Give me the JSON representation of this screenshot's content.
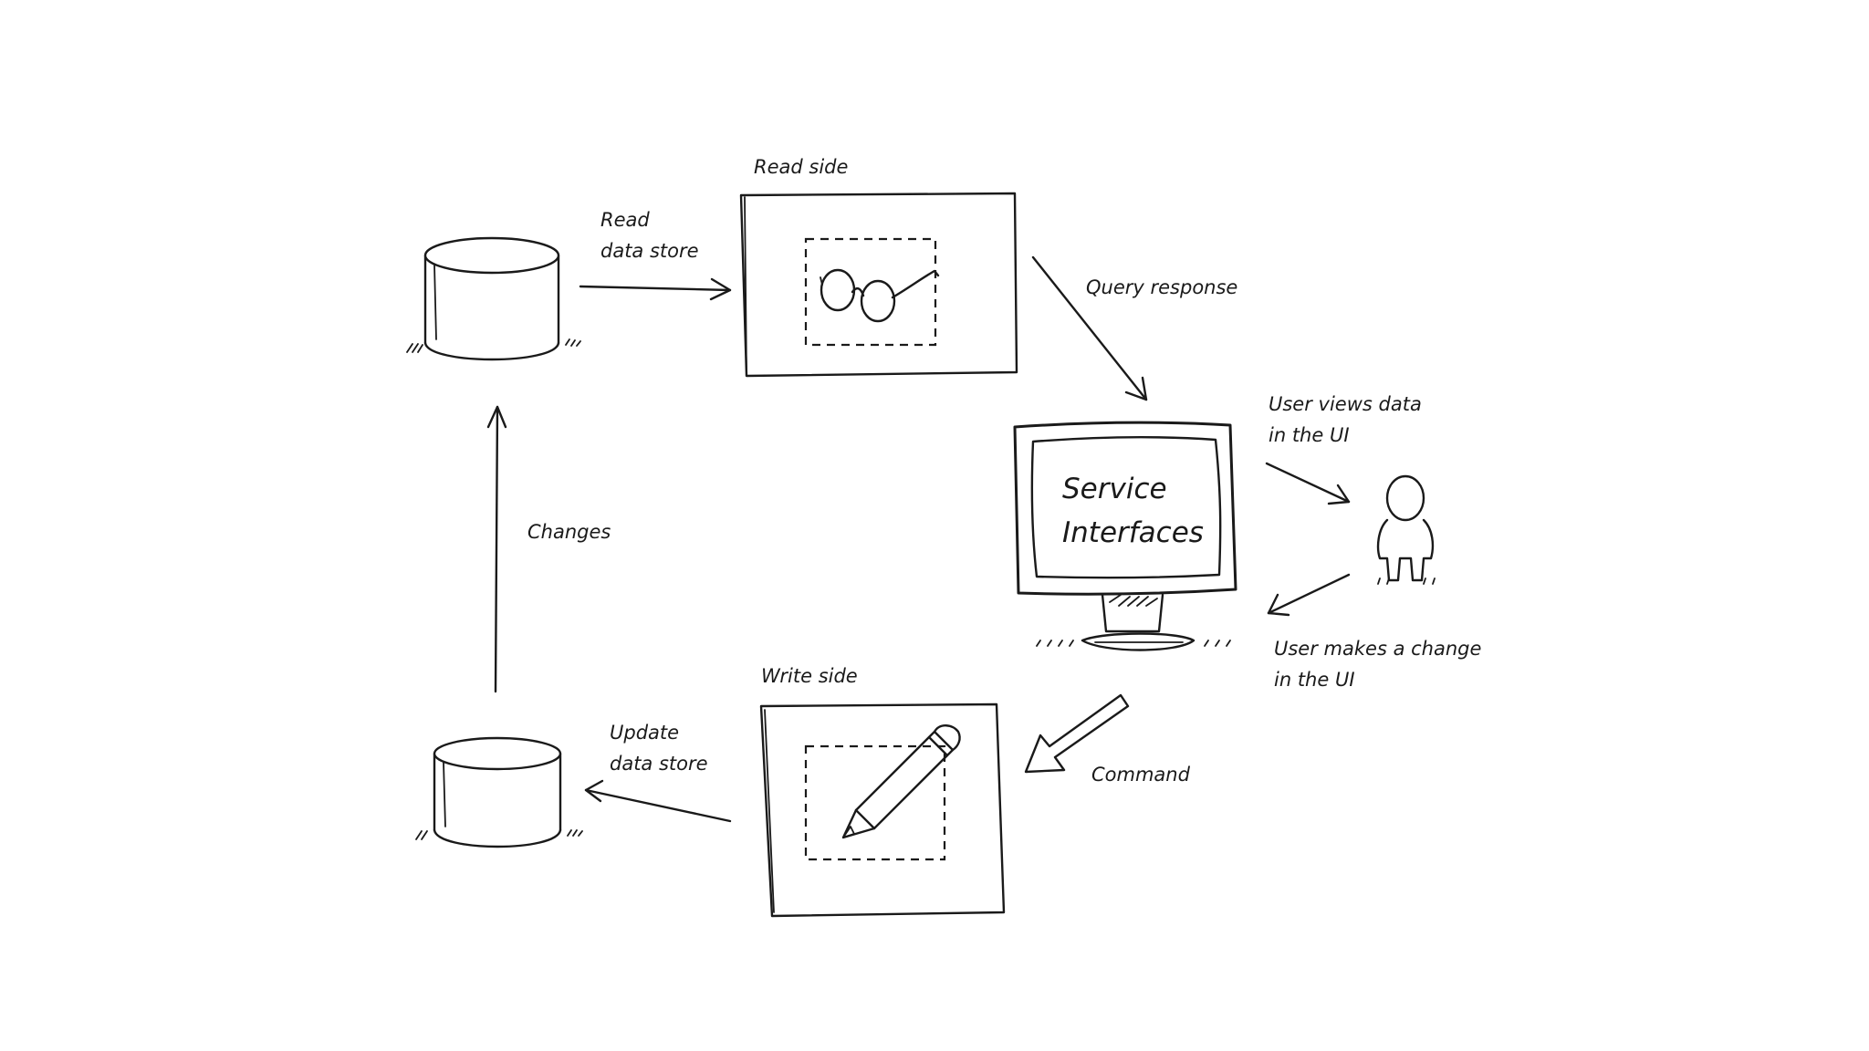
{
  "labels": {
    "read_side": "Read side",
    "read_data_store_line1": "Read",
    "read_data_store_line2": "data store",
    "query_response": "Query response",
    "user_views_line1": "User views data",
    "user_views_line2": "in the UI",
    "service_line1": "Service",
    "service_line2": "Interfaces",
    "user_change_line1": "User makes a change",
    "user_change_line2": "in the UI",
    "changes": "Changes",
    "write_side": "Write side",
    "update_store_line1": "Update",
    "update_store_line2": "data store",
    "command": "Command"
  },
  "icons": {
    "read_store": "database-cylinder-icon",
    "write_store": "database-cylinder-icon",
    "read_side": "glasses-icon",
    "write_side": "pencil-icon",
    "ui": "monitor-icon",
    "user": "person-icon"
  }
}
